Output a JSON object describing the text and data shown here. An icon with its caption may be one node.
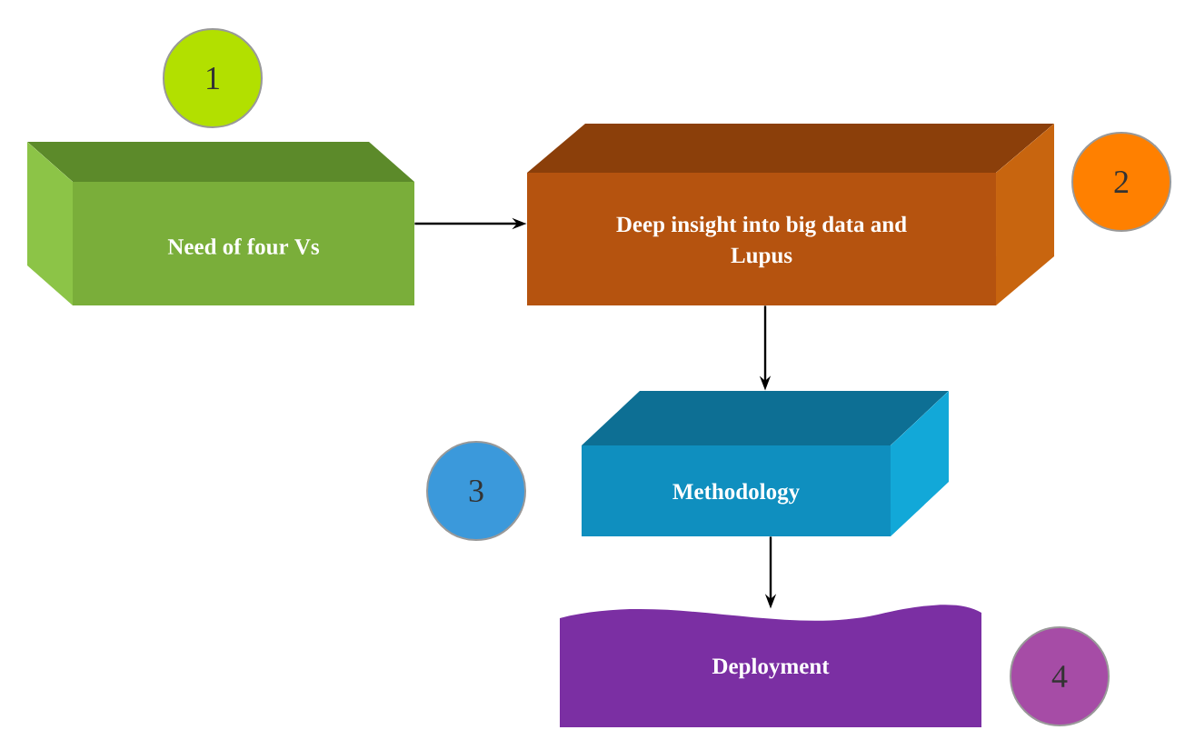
{
  "diagram": {
    "nodes": [
      {
        "text": [
          "1"
        ]
      },
      {
        "text": [
          "Need of four Vs"
        ]
      },
      {
        "text": [
          "Deep insight into big data and Lupus"
        ]
      },
      {
        "text": [
          "2"
        ]
      },
      {
        "text": [
          "3"
        ]
      },
      {
        "text": [
          "Methodology"
        ]
      },
      {
        "text": [
          "Deployment"
        ]
      },
      {
        "text": [
          "4"
        ]
      }
    ],
    "edges": [
      {
        "from": 1,
        "to": 2,
        "arrow": "to"
      },
      {
        "from": 2,
        "to": 5,
        "arrow": "to"
      },
      {
        "from": 5,
        "to": 6,
        "arrow": "to"
      }
    ]
  }
}
